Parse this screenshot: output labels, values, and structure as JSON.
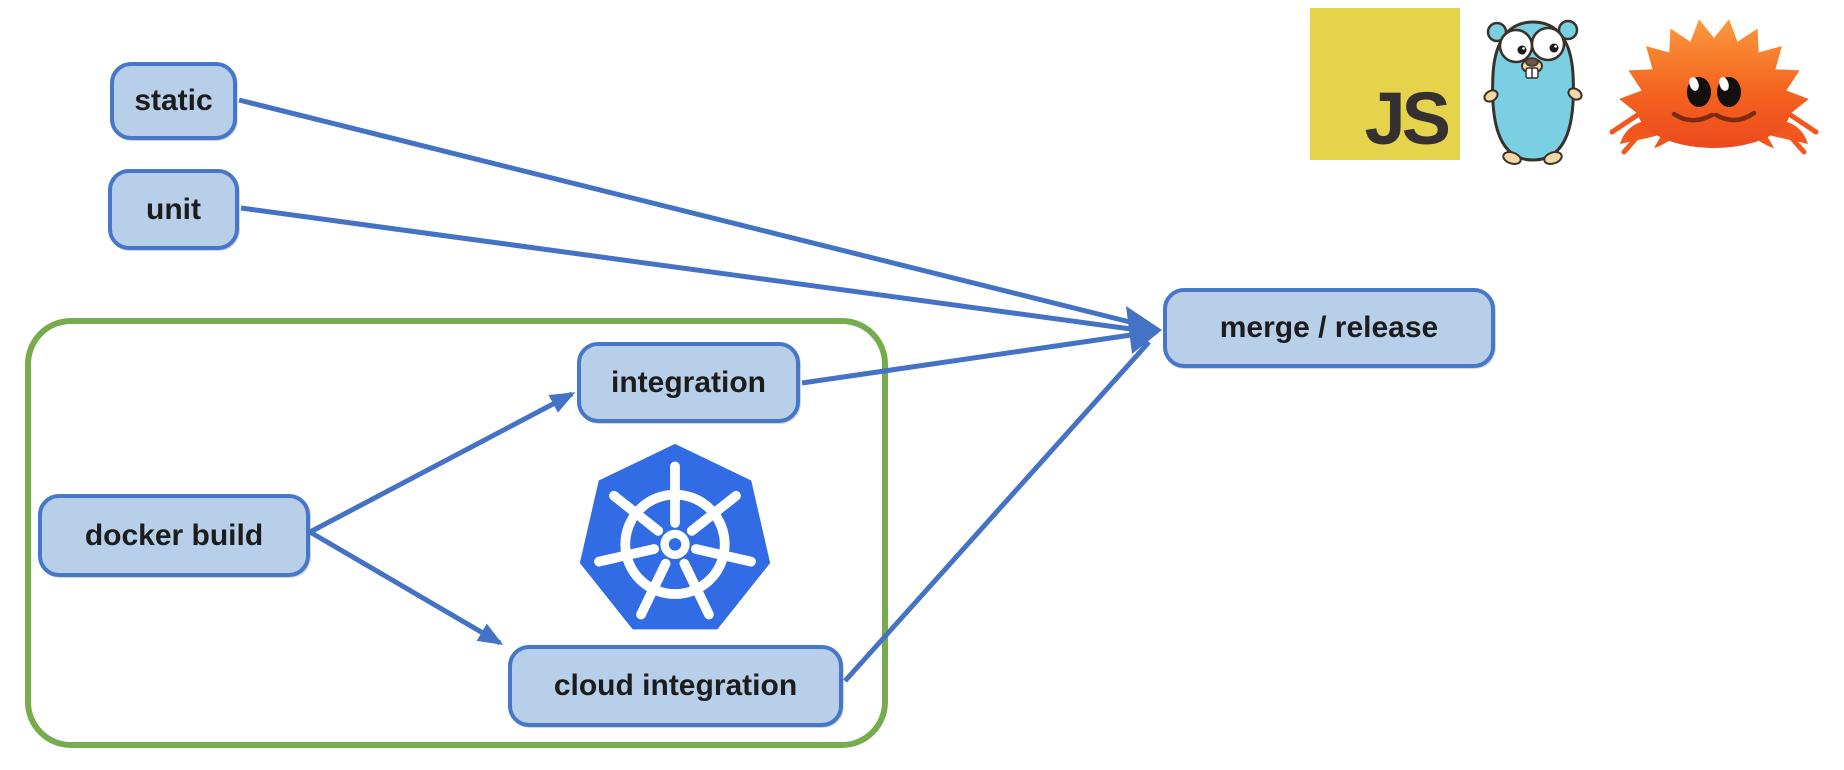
{
  "nodes": {
    "static": {
      "label": "static"
    },
    "unit": {
      "label": "unit"
    },
    "docker_build": {
      "label": "docker build"
    },
    "integration": {
      "label": "integration"
    },
    "cloud_integration": {
      "label": "cloud integration"
    },
    "merge_release": {
      "label": "merge / release"
    }
  },
  "edges": [
    {
      "from": "static",
      "to": "merge_release"
    },
    {
      "from": "unit",
      "to": "merge_release"
    },
    {
      "from": "docker_build",
      "to": "integration"
    },
    {
      "from": "docker_build",
      "to": "cloud_integration"
    },
    {
      "from": "integration",
      "to": "merge_release"
    },
    {
      "from": "cloud_integration",
      "to": "merge_release"
    }
  ],
  "groups": [
    {
      "name": "kubernetes-cluster-group",
      "contains": [
        "docker_build",
        "integration",
        "cloud_integration"
      ]
    }
  ],
  "logos": {
    "javascript": {
      "icon": "javascript-logo",
      "text": "JS",
      "background": "#e6d34c",
      "foreground": "#343130"
    },
    "go_gopher": {
      "icon": "go-gopher-logo",
      "body_color": "#7ad0e2"
    },
    "rust_ferris": {
      "icon": "rust-ferris-logo",
      "body_color": "#f2571d"
    },
    "kubernetes": {
      "icon": "kubernetes-logo",
      "color": "#326ce5"
    }
  },
  "colors": {
    "background": "#ffffff",
    "node_fill": "#b7cfe9",
    "node_border": "#4677c8",
    "edge": "#4472c4",
    "group_border": "#77ac4e",
    "text": "#1c1c1c"
  }
}
